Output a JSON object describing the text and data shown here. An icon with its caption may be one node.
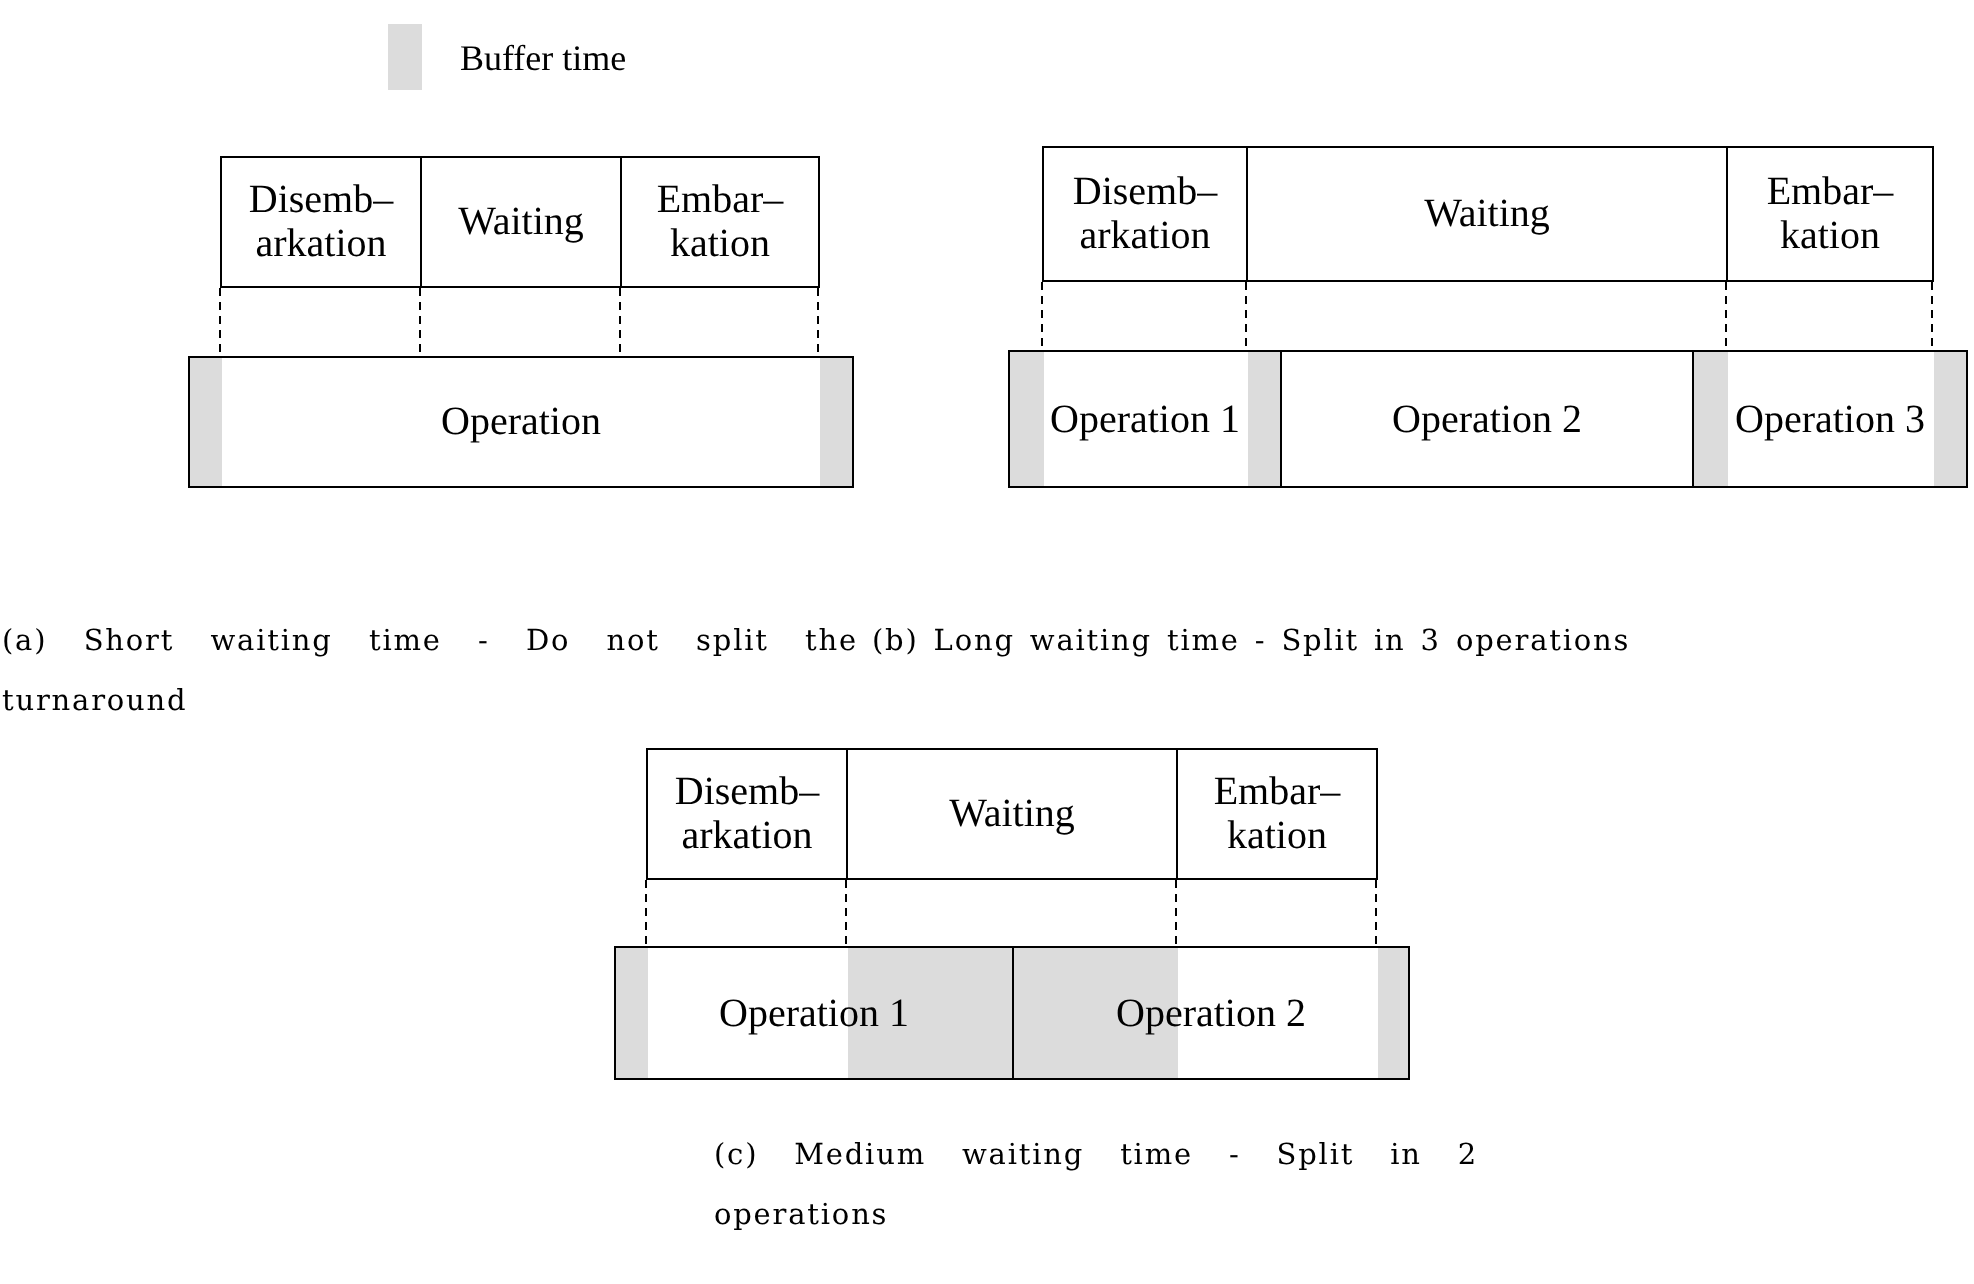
{
  "diagram": {
    "nodes": [
      {
        "text": [
          "Disemb– arkation"
        ]
      },
      {
        "text": [
          "Waiting"
        ]
      },
      {
        "text": [
          "Embar– kation"
        ]
      },
      {
        "text": [
          "Operation"
        ]
      },
      {
        "text": [
          "Disemb– arkation"
        ]
      },
      {
        "text": [
          "Waiting"
        ]
      },
      {
        "text": [
          "Embar– kation"
        ]
      },
      {
        "text": [
          "Operation 1"
        ]
      },
      {
        "text": [
          "Operation 2"
        ]
      },
      {
        "text": [
          "Operation 3"
        ]
      },
      {
        "text": [
          "Disemb– arkation"
        ]
      },
      {
        "text": [
          "Waiting"
        ]
      },
      {
        "text": [
          "Embar– kation"
        ]
      },
      {
        "text": [
          "Operation 1"
        ]
      },
      {
        "text": [
          "Operation 2"
        ]
      }
    ],
    "edges": [],
    "labels": [
      "(a) Short waiting time - Do not split the turnaround",
      "(b) Long waiting time - Split in 3 operations",
      "(c) Medium waiting time - Split in 2 operations"
    ],
    "legend": [
      {
        "text": "Buffer time",
        "color": "#dcdcdc"
      }
    ]
  }
}
